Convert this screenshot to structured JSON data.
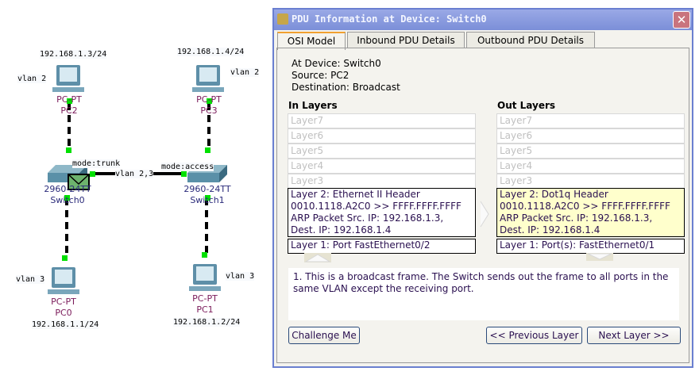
{
  "topology": {
    "devices": [
      {
        "id": "pc2",
        "type": "PC-PT",
        "name": "PC2",
        "ip": "192.168.1.3/24",
        "vlan": "vlan 2"
      },
      {
        "id": "pc3",
        "type": "PC-PT",
        "name": "PC3",
        "ip": "192.168.1.4/24",
        "vlan": "vlan 2"
      },
      {
        "id": "pc0",
        "type": "PC-PT",
        "name": "PC0",
        "ip": "192.168.1.1/24",
        "vlan": "vlan 3"
      },
      {
        "id": "pc1",
        "type": "PC-PT",
        "name": "PC1",
        "ip": "192.168.1.2/24",
        "vlan": "vlan 3"
      },
      {
        "id": "sw0",
        "type": "2960-24TT",
        "name": "Switch0"
      },
      {
        "id": "sw1",
        "type": "2960-24TT",
        "name": "Switch1"
      }
    ],
    "link_labels": {
      "trunk": "mode:trunk",
      "access": "mode:access",
      "vlans": "vlan 2,3"
    },
    "colors": {
      "link_up": "#00e000",
      "link": "#000000",
      "envelope": "#6db36d"
    }
  },
  "dialog": {
    "title": "PDU Information at Device: Switch0",
    "close": "✕",
    "tabs": [
      "OSI Model",
      "Inbound PDU Details",
      "Outbound PDU Details"
    ],
    "info": [
      "At Device: Switch0",
      "Source: PC2",
      "Destination: Broadcast"
    ],
    "in_title": "In Layers",
    "out_title": "Out Layers",
    "in_layers": [
      "Layer7",
      "Layer6",
      "Layer5",
      "Layer4",
      "Layer3"
    ],
    "out_layers": [
      "Layer7",
      "Layer6",
      "Layer5",
      "Layer4",
      "Layer3"
    ],
    "in_l2": [
      "Layer 2: Ethernet II Header",
      "0010.1118.A2C0 >> FFFF.FFFF.FFFF",
      "ARP Packet Src. IP: 192.168.1.3,",
      "Dest. IP: 192.168.1.4"
    ],
    "out_l2": [
      "Layer 2: Dot1q Header",
      "0010.1118.A2C0 >> FFFF.FFFF.FFFF",
      "ARP Packet Src. IP: 192.168.1.3,",
      "Dest. IP: 192.168.1.4"
    ],
    "in_l1": "Layer 1: Port FastEthernet0/2",
    "out_l1": "Layer 1: Port(s): FastEthernet0/1",
    "description": "1. This is a broadcast frame. The Switch sends out the frame to all ports in the same VLAN except the receiving port.",
    "buttons": {
      "challenge": "Challenge Me",
      "prev": "<< Previous Layer",
      "next": "Next Layer >>"
    }
  }
}
